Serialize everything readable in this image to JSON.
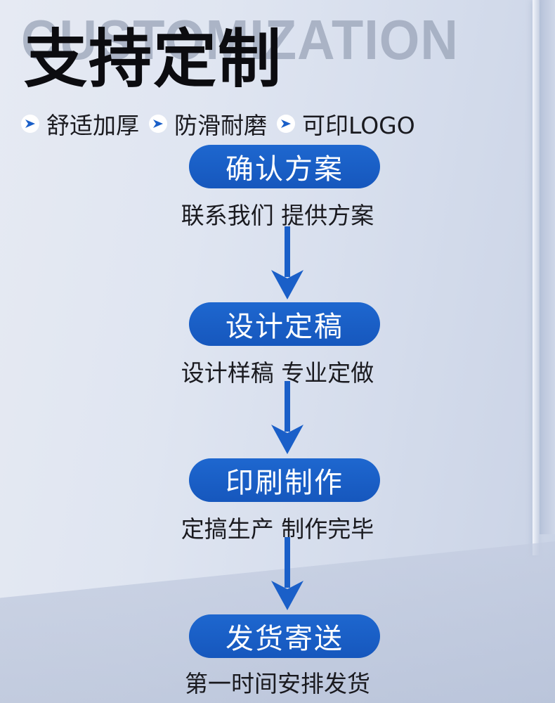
{
  "header": {
    "watermark": "CUSTOMIZATION",
    "title": "支持定制"
  },
  "features": [
    {
      "icon": "chevron-right-icon",
      "label": "舒适加厚"
    },
    {
      "icon": "chevron-right-icon",
      "label": "防滑耐磨"
    },
    {
      "icon": "chevron-right-icon",
      "label": "可印LOGO"
    }
  ],
  "steps": [
    {
      "title": "确认方案",
      "desc": "联系我们 提供方案"
    },
    {
      "title": "设计定稿",
      "desc": "设计样稿 专业定做"
    },
    {
      "title": "印刷制作",
      "desc": "定搞生产 制作完毕"
    },
    {
      "title": "发货寄送",
      "desc": "第一时间安排发货"
    }
  ],
  "colors": {
    "accent": "#1a5fc8",
    "title": "#0c0c10",
    "text": "#1a1a1f"
  }
}
